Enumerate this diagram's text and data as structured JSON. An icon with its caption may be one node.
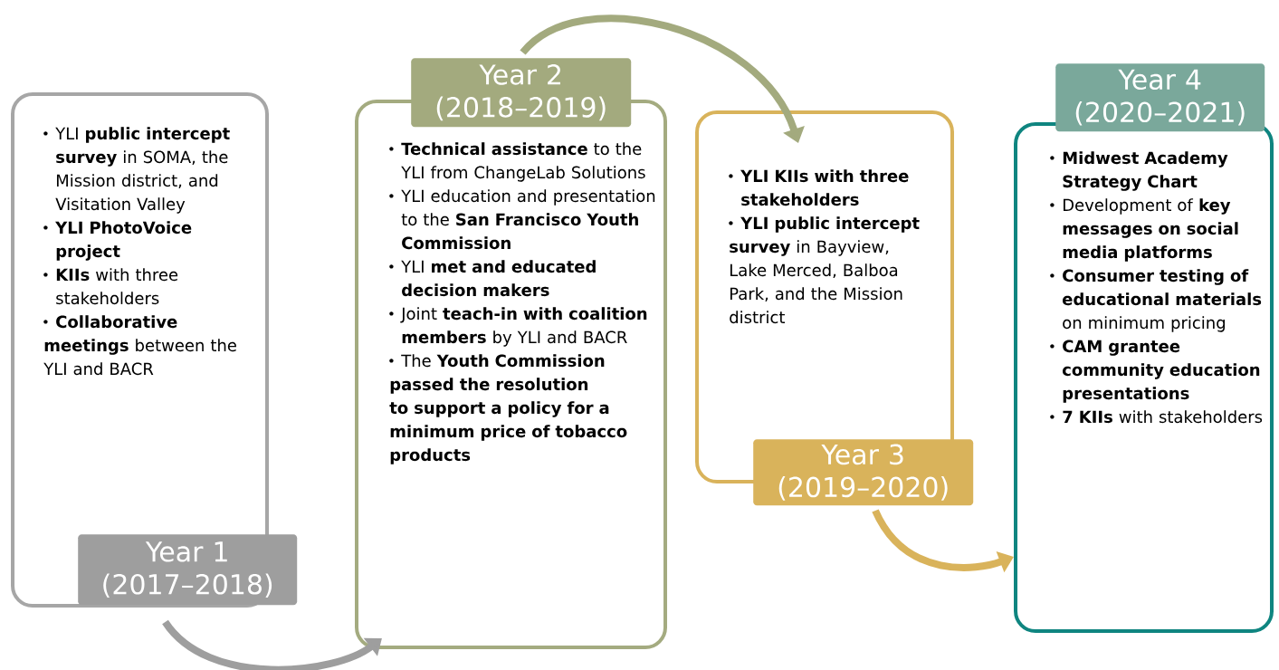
{
  "diagram": {
    "nodes": [
      {
        "text": [
          "YLI **public intercept survey** in SOMA, the Mission district, and Visitation Valley",
          "YLI PhotoVoice project",
          "**KIIs** with three stakeholders",
          "**Collaborative meetings** between the YLI and BACR",
          "Year 1 (2017–2018)"
        ]
      },
      {
        "text": [
          "Year 2 (2018–2019)",
          "**Technical assistance** to the YLI from ChangeLab Solutions",
          "YLI education and presentation to the **San Francisco Youth Commission**",
          "YLI **met and educated decision makers**",
          "Joint **teach-in with coalition members** by YLI and BACR",
          "The **Youth Commission passed the resolution to support a policy for a minimum price of tobacco products**"
        ]
      },
      {
        "text": [
          "YLI KIIs with three stakeholders",
          "**YLI public intercept survey** in Bayview, Lake Merced, Balboa Park, and the Mission district",
          "Year 3 (2019–2020)"
        ]
      },
      {
        "text": [
          "Year 4 (2020–2021)",
          "Midwest Academy Strategy Chart",
          "Development of **key messages on social media platforms**",
          "**Consumer testing of educational materials** on minimum pricing",
          "CAM grantee community education presentations",
          "**7 KIIs** with stakeholders"
        ]
      }
    ],
    "edges": [
      {
        "from": 0,
        "to": 1,
        "arrow": "to",
        "color": "#9e9e9e"
      },
      {
        "from": 1,
        "to": 2,
        "arrow": "to",
        "color": "#a3aa7e"
      },
      {
        "from": 2,
        "to": 3,
        "arrow": "to",
        "color": "#d9b35b"
      }
    ]
  }
}
